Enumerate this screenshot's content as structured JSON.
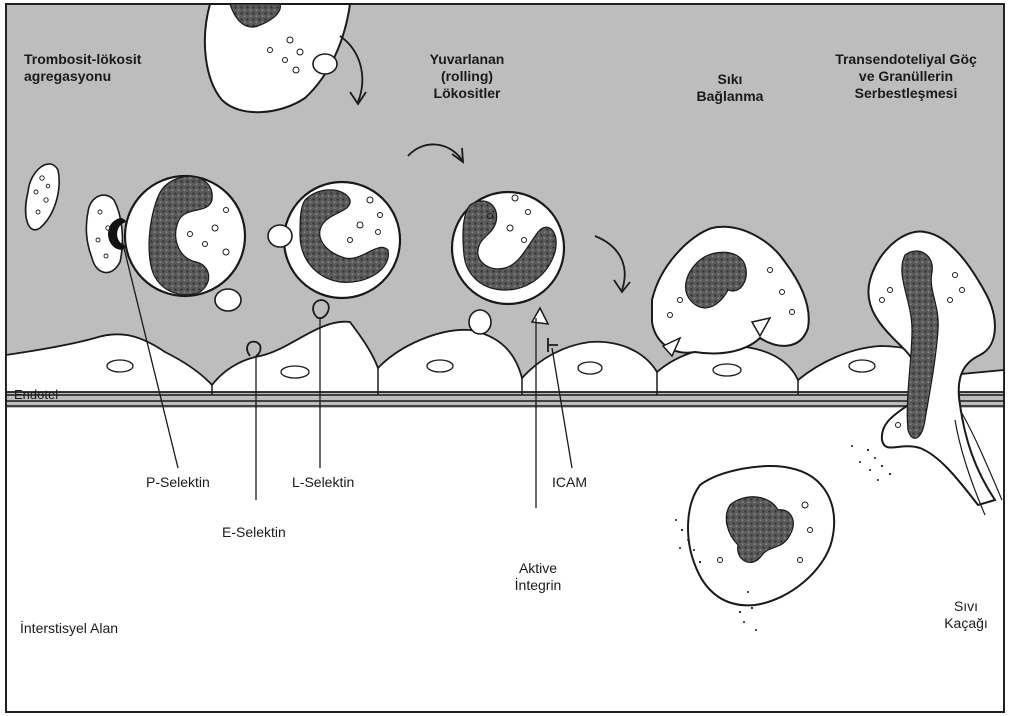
{
  "colors": {
    "blood": "#bdbdbd",
    "tissue": "#ffffff",
    "ink": "#1a1a1a",
    "nucleus": "#4a4a4a"
  },
  "labels": {
    "aggregation": [
      "Trombosit-lökosit",
      "agregasyonu"
    ],
    "rolling": [
      "Yuvarlanan",
      "(rolling)",
      "Lökositler"
    ],
    "tight_binding": [
      "Sıkı",
      "Bağlanma"
    ],
    "transmigration": [
      "Transendoteliyal Göç",
      "ve Granüllerin",
      "Serbestleşmesi"
    ],
    "endothelium": "Endotel",
    "p_selectin": "P-Selektin",
    "e_selectin": "E-Selektin",
    "l_selectin": "L-Selektin",
    "icam": "ICAM",
    "active_integrin": [
      "Aktive",
      "İntegrin"
    ],
    "interstitial": "İnterstisyel Alan",
    "fluid_leak": [
      "Sıvı",
      "Kaçağı"
    ]
  }
}
